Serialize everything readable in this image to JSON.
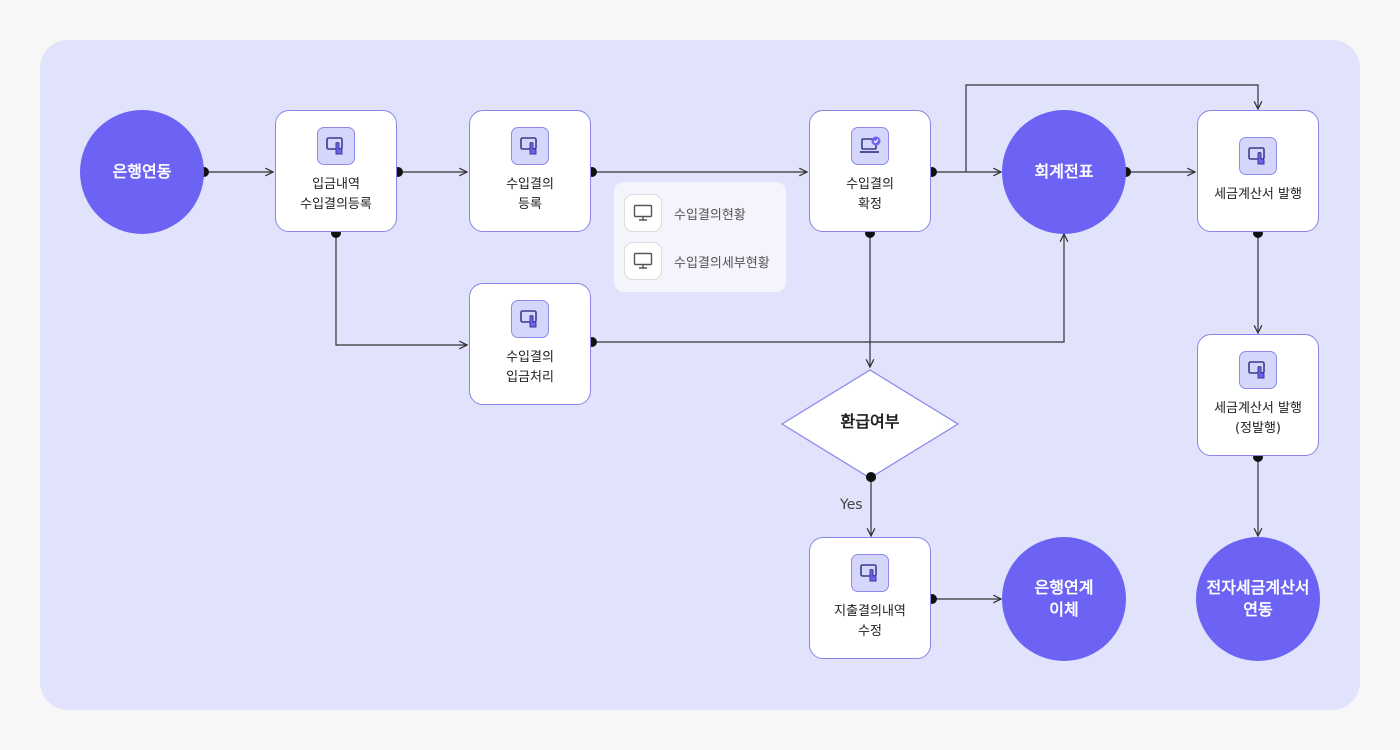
{
  "nodes": {
    "bank_link": "은행연동",
    "deposit_register": "입금내역\n수입결의등록",
    "income_register": "수입결의\n등록",
    "income_confirm": "수입결의\n확정",
    "accounting_slip": "회계전표",
    "tax_invoice_issue": "세금계산서 발행",
    "income_deposit": "수입결의\n입금처리",
    "refund_decision": "환급여부",
    "refund_yes": "Yes",
    "expense_edit": "지출결의내역\n수정",
    "bank_transfer": "은행연계\n이체",
    "tax_invoice_reissue": "세금계산서 발행\n(정발행)",
    "e_tax_invoice": "전자세금계산서\n연동"
  },
  "legend": {
    "status_label": "수입결의현황",
    "detail_status_label": "수입결의세부현황"
  },
  "colors": {
    "accent": "#6c63f5",
    "panel": "#e0e3fb",
    "box_border": "#8a85e6",
    "line": "#333333"
  },
  "icons": {
    "touch": "touch-screen-icon",
    "confirm": "laptop-check-icon",
    "monitor": "monitor-icon"
  }
}
